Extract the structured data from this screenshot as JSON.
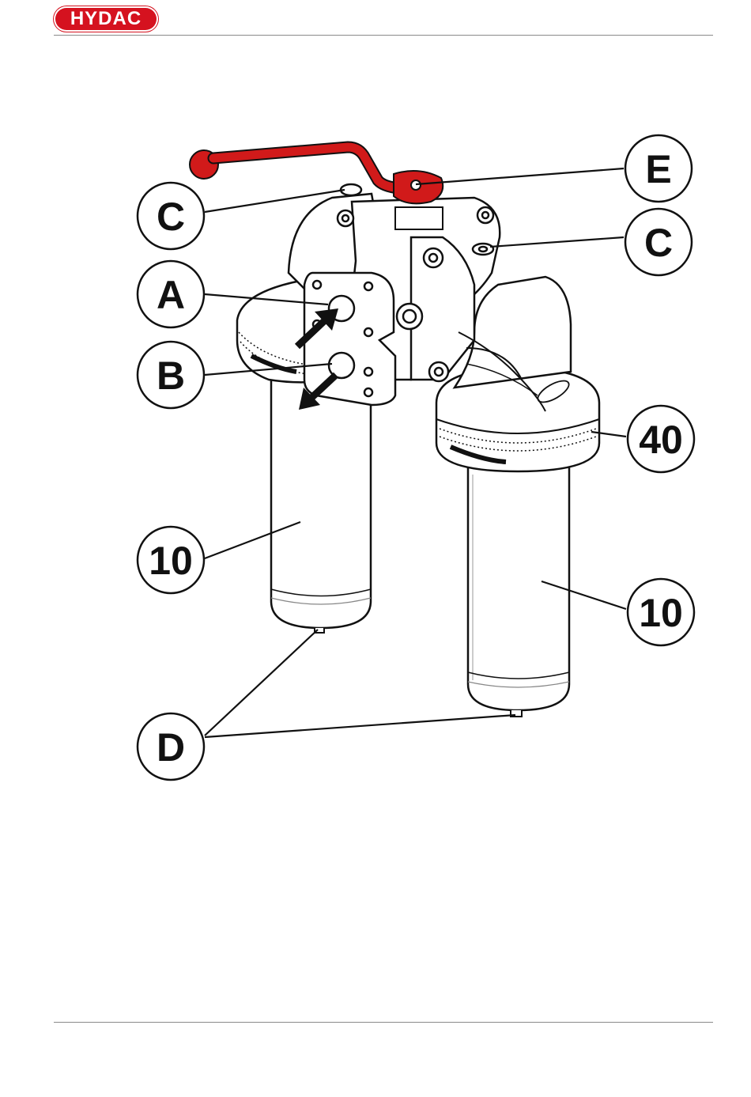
{
  "header": {
    "brand": "HYDAC"
  },
  "colors": {
    "brand_red": "#d5121f",
    "lever_red": "#d11a1a",
    "line": "#111111",
    "rule": "#8a8a8a"
  },
  "callouts": {
    "e": "E",
    "c_left": "C",
    "c_right": "C",
    "a": "A",
    "b": "B",
    "forty": "40",
    "ten_left": "10",
    "ten_right": "10",
    "d": "D"
  },
  "icons": [
    "inflow-arrow-icon",
    "outflow-arrow-icon",
    "ball-valve-lever-icon"
  ]
}
